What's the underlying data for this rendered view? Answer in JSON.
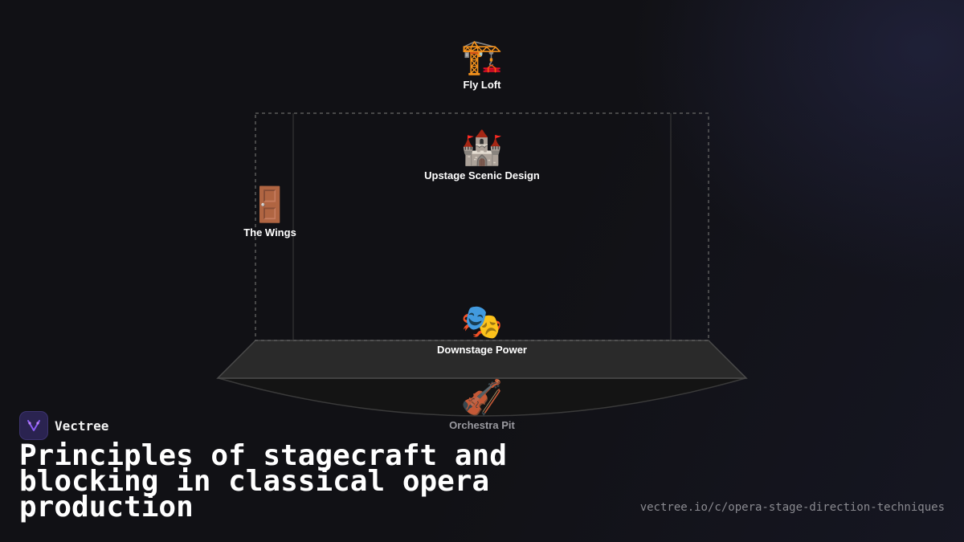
{
  "diagram": {
    "nodes": {
      "fly_loft": {
        "icon": "🏗️",
        "icon_name": "crane-icon",
        "label": "Fly Loft"
      },
      "upstage": {
        "icon": "🏰",
        "icon_name": "castle-icon",
        "label": "Upstage Scenic Design"
      },
      "wings": {
        "icon": "🚪",
        "icon_name": "door-icon",
        "label": "The Wings"
      },
      "downstage": {
        "icon": "🎭",
        "icon_name": "theater-masks-icon",
        "label": "Downstage Power"
      },
      "pit": {
        "icon": "🎻",
        "icon_name": "violin-icon",
        "label": "Orchestra Pit"
      }
    }
  },
  "brand": {
    "name": "Vectree",
    "logo_icon": "vectree-logo-icon",
    "accent": "#8b5cf6"
  },
  "title": "Principles of stagecraft and blocking in classical opera production",
  "url": "vectree.io/c/opera-stage-direction-techniques"
}
